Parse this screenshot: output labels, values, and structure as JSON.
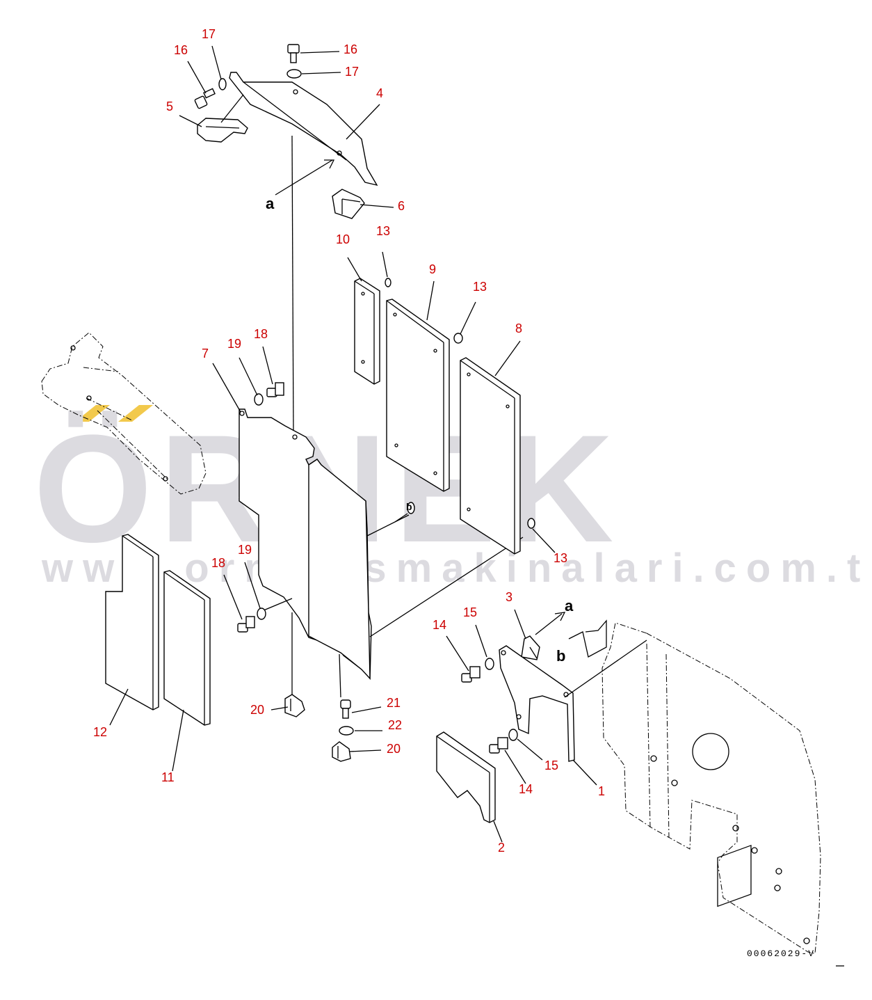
{
  "watermark": {
    "brand": "ÖRNEK",
    "url": "www.ornekismakinalari.com.tr",
    "accent_color": "#f2c94c",
    "text_color": "#dcdbe0"
  },
  "drawing_code": "00062029-V",
  "view_letters": {
    "a_top": "a",
    "a_right": "a",
    "b_center": "b",
    "b_right": "b"
  },
  "callouts": {
    "c16_top": "16",
    "c17_top": "17",
    "c16_left": "16",
    "c17_left": "17",
    "c4": "4",
    "c5": "5",
    "c6": "6",
    "c10": "10",
    "c13_a": "13",
    "c9": "9",
    "c13_b": "13",
    "c8": "8",
    "c7": "7",
    "c19_a": "19",
    "c18_a": "18",
    "c13_c": "13",
    "c18_b": "18",
    "c19_b": "19",
    "c12": "12",
    "c11": "11",
    "c20_a": "20",
    "c21": "21",
    "c22": "22",
    "c20_b": "20",
    "c3": "3",
    "c14_a": "14",
    "c15_a": "15",
    "c14_b": "14",
    "c15_b": "15",
    "c1": "1",
    "c2": "2"
  },
  "colors": {
    "callout": "#cc0000",
    "line": "#000000"
  }
}
